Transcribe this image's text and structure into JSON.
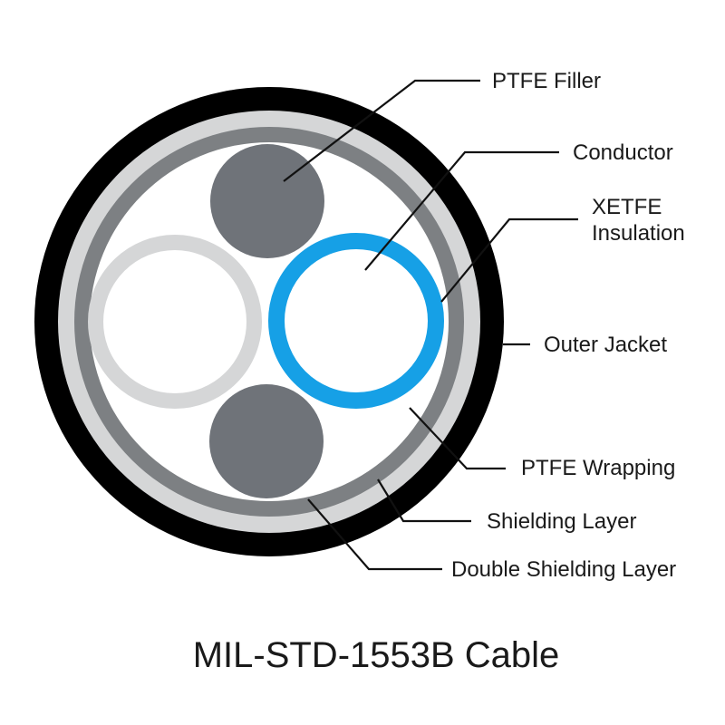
{
  "title": "MIL-STD-1553B Cable",
  "labels": {
    "ptfe_filler": "PTFE Filler",
    "conductor": "Conductor",
    "xetfe_insulation_line1": "XETFE",
    "xetfe_insulation_line2": "Insulation",
    "outer_jacket": "Outer Jacket",
    "ptfe_wrapping": "PTFE Wrapping",
    "shielding_layer": "Shielding Layer",
    "double_shielding_layer": "Double Shielding Layer"
  },
  "colors": {
    "outer_jacket_black": "#000000",
    "double_shielding_gray": "#d5d6d7",
    "shielding_gray": "#7d8083",
    "ptfe_wrap_white": "#ffffff",
    "ptfe_filler_gray": "#6f7379",
    "xetfe_insulation_blue": "#16a0e6",
    "white_wire_insulation_gray": "#d5d6d7",
    "conductor_white": "#ffffff",
    "leader_line": "#111111",
    "text": "#1a1a1a"
  }
}
